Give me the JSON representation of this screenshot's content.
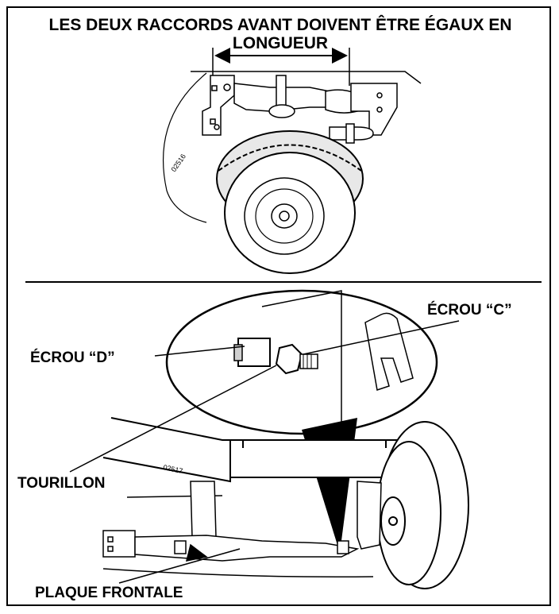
{
  "title_line1": "LES DEUX RACCORDS AVANT DOIVENT ÊTRE ÉGAUX EN",
  "title_line2": "LONGUEUR",
  "figure_ids": {
    "top": "02516",
    "bottom": "02517"
  },
  "callouts": {
    "nut_c": "ÉCROU “C”",
    "nut_d": "ÉCROU “D”",
    "trunnion": "TOURILLON",
    "front_plate": "PLAQUE FRONTALE"
  }
}
